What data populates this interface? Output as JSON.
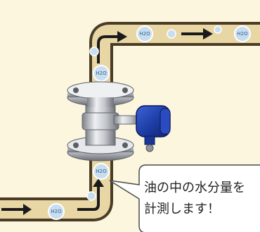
{
  "diagram": {
    "molecule_label": "H2O",
    "callout": {
      "line1": "油の中の水分量を",
      "line2": "計測します！"
    },
    "colors": {
      "background": "#fdf6df",
      "pipe_fill": "#e8d6a4",
      "pipe_edge": "#4a3c25",
      "arrow": "#1a1a1a",
      "bubble": "#c8def0",
      "bubble_edge": "#ffffff",
      "bubble_text": "#2d5f8a",
      "sensor_blue": "#1f3fa8",
      "steel": "#b8bcc2",
      "callout_bg": "#ffffff",
      "callout_edge": "#4a4a4a"
    },
    "icons": [
      "pipe",
      "flow-arrow",
      "water-molecule",
      "moisture-sensor",
      "speech-bubble"
    ]
  }
}
